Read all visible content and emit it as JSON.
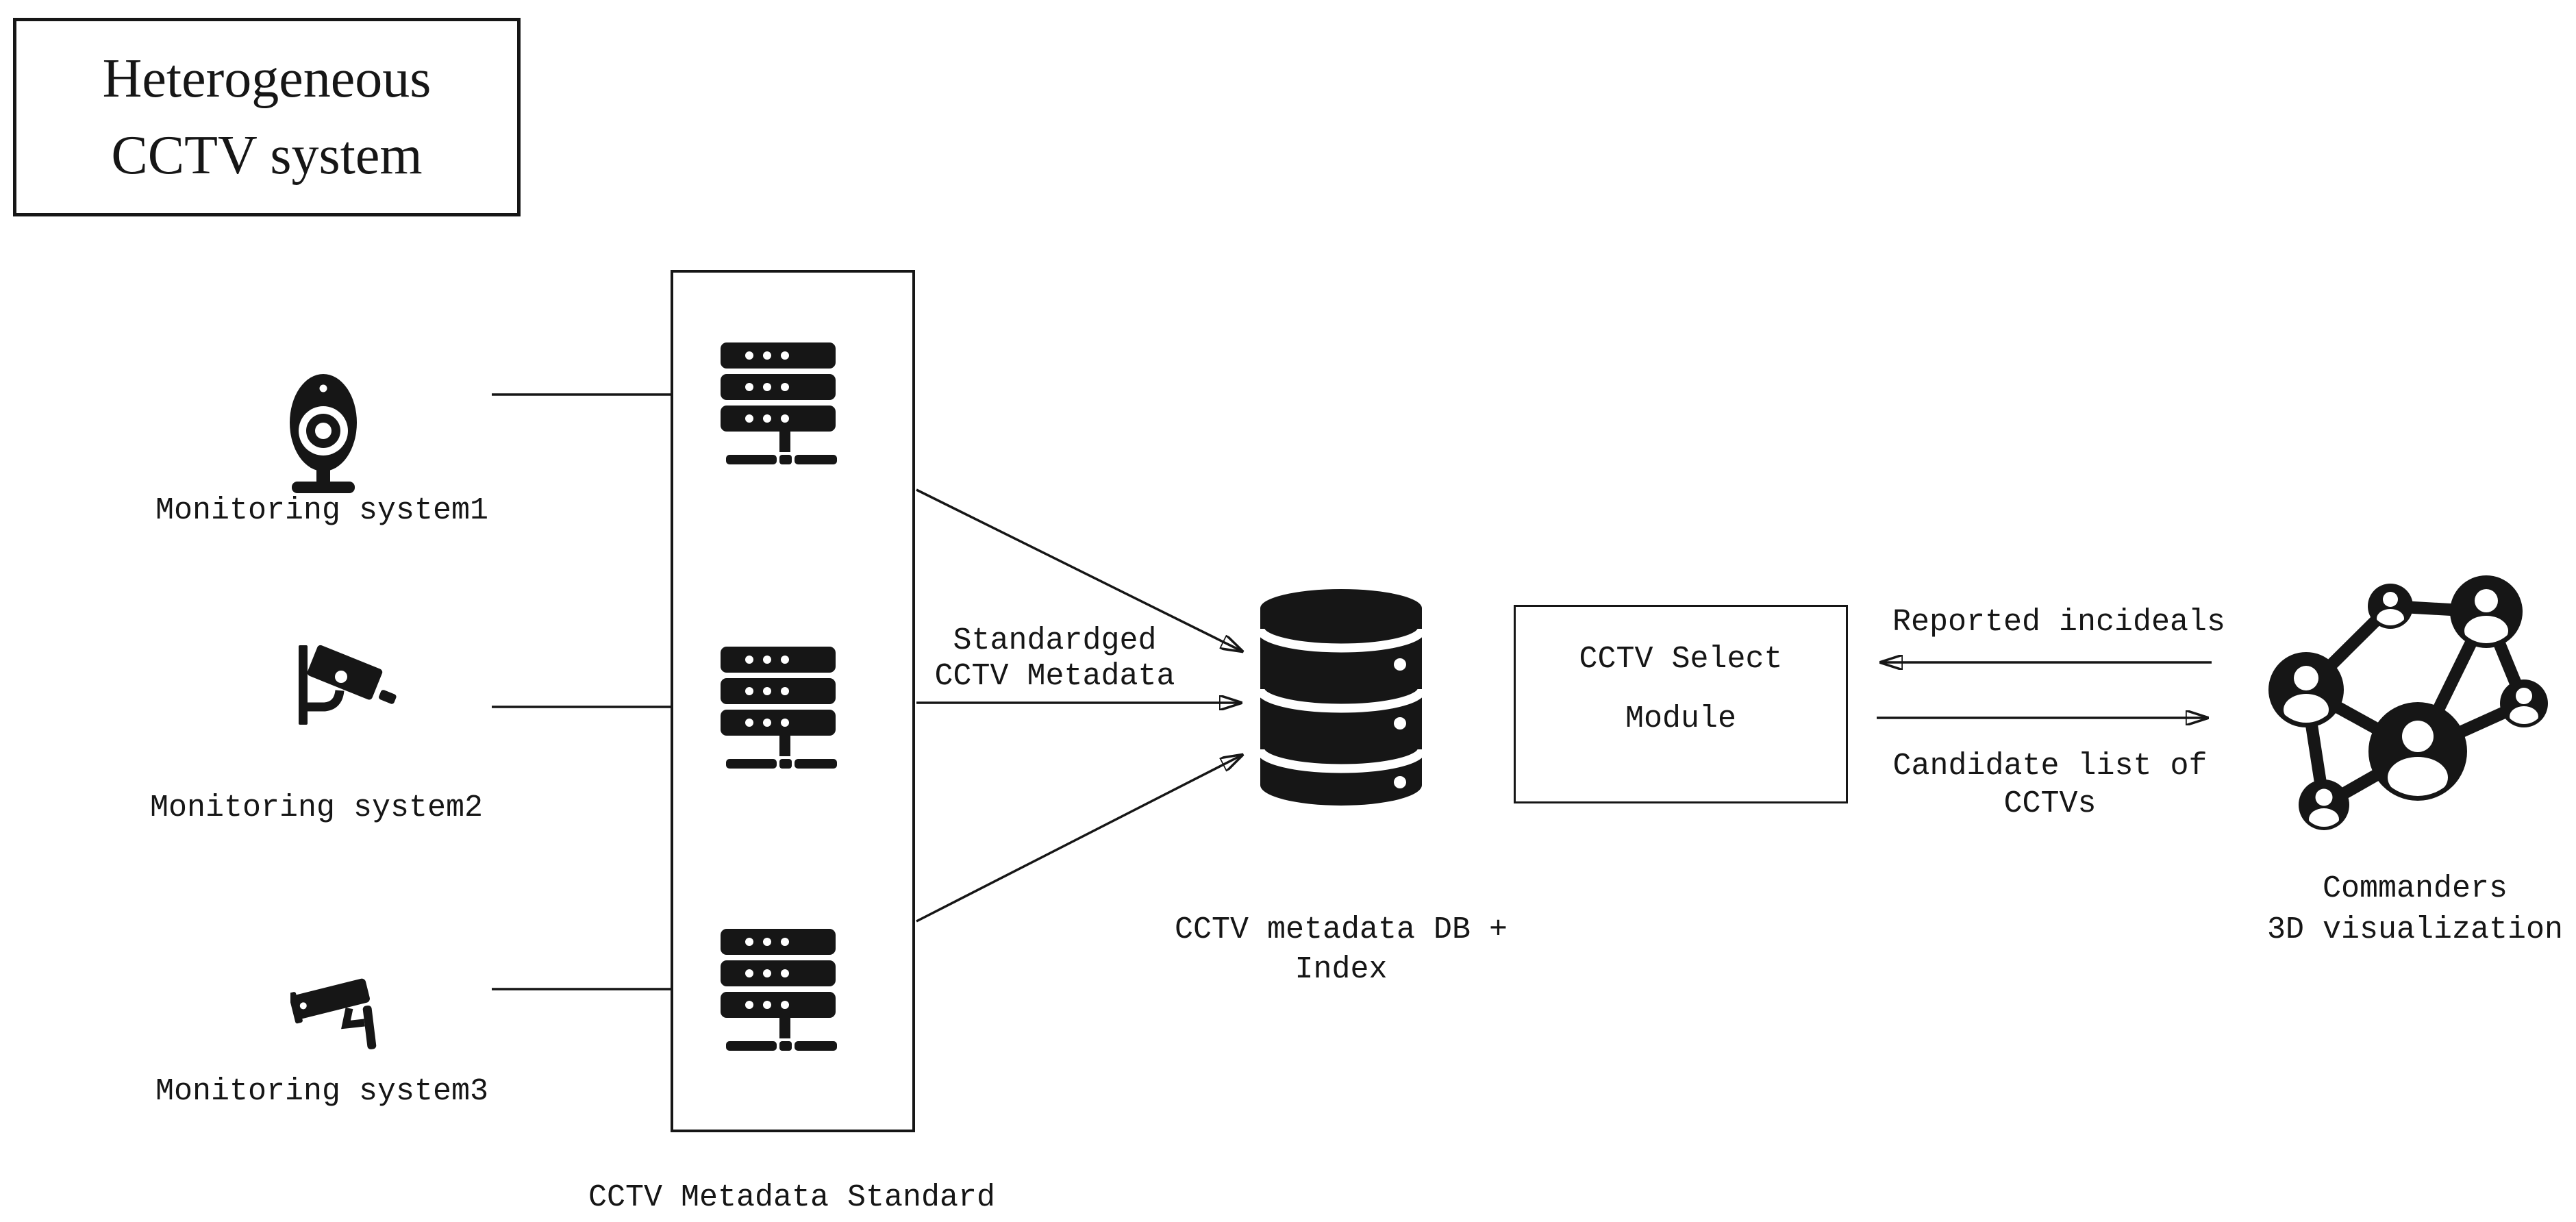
{
  "colors": {
    "ink": "#161616",
    "background": "#ffffff"
  },
  "title_box": {
    "line1": "Heterogeneous",
    "line2": "CCTV system"
  },
  "sources": [
    {
      "icon": "webcam-icon",
      "label": "Monitoring system1"
    },
    {
      "icon": "wall-camera-icon",
      "label": "Monitoring system2"
    },
    {
      "icon": "bullet-camera-icon",
      "label": "Monitoring system3"
    }
  ],
  "standard_box": {
    "caption": "CCTV Metadata Standard",
    "icon": "server-rack-icon"
  },
  "flow_labels": {
    "standardized_line1": "Standardged",
    "standardized_line2": "CCTV Metadata",
    "reported": "Reported incideals",
    "candidate_line1": "Candidate list of",
    "candidate_line2": "CCTVs"
  },
  "database": {
    "icon": "database-icon",
    "caption_line1": "CCTV metadata DB +",
    "caption_line2": "Index"
  },
  "select_module": {
    "line1": "CCTV Select",
    "line2": "Module"
  },
  "visualization": {
    "icon": "network-users-icon",
    "caption_line1": "Commanders",
    "caption_line2": "3D visualization"
  }
}
